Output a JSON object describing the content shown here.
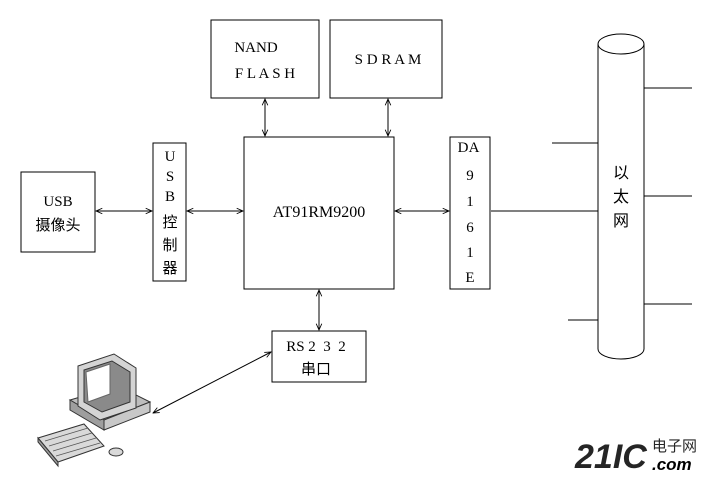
{
  "blocks": {
    "nand_flash": {
      "line1": "NAND",
      "line2": "F L A S H"
    },
    "sdram": {
      "label": "S D R A M"
    },
    "cpu": {
      "label": "AT91RM9200"
    },
    "usb_camera": {
      "line1": "USB",
      "line2": "摄像头"
    },
    "usb_controller": {
      "chars": [
        "U",
        "S",
        "B",
        "控",
        "制",
        "器"
      ]
    },
    "dm9161e": {
      "chars": [
        "D",
        "A",
        "9",
        "1",
        "6",
        "1",
        "E"
      ]
    },
    "rs232": {
      "line1": "RS 2  3  2",
      "line2": "串口"
    },
    "ethernet": {
      "chars": [
        "以",
        "太",
        "网"
      ]
    }
  },
  "watermark": {
    "text": "21IC",
    "suffix": "电子网",
    "domain": ".com"
  },
  "colors": {
    "stroke": "#000000",
    "computer_body": "#d4d4d4",
    "computer_dark": "#8a8a8a",
    "watermark_main": "#e36d6d",
    "watermark_light": "#f2b3b3"
  }
}
